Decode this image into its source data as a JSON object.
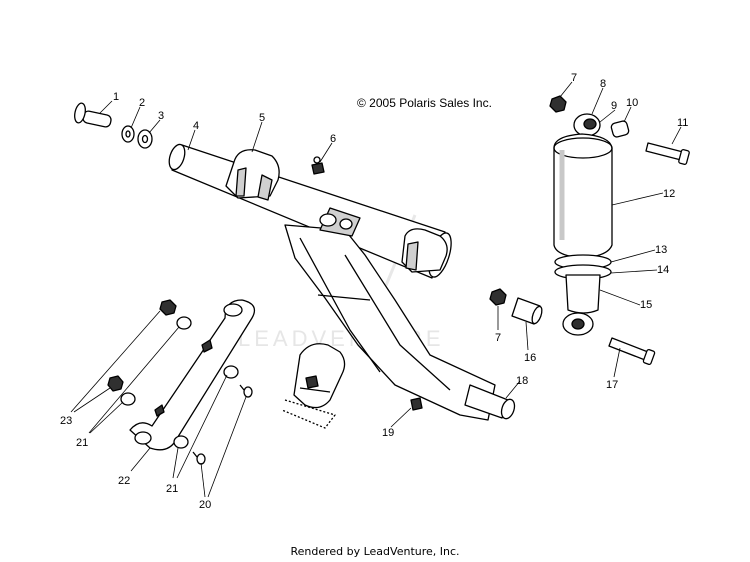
{
  "copyright": "© 2005 Polaris Sales Inc.",
  "watermark": "LEADVENTURE",
  "footer": "Rendered by LeadVenture, Inc.",
  "callouts": [
    "1",
    "2",
    "3",
    "4",
    "5",
    "6",
    "7",
    "8",
    "9",
    "10",
    "11",
    "12",
    "13",
    "14",
    "15",
    "16",
    "7",
    "17",
    "18",
    "19",
    "23",
    "21",
    "21",
    "22",
    "20"
  ],
  "colors": {
    "line": "#000000",
    "part_fill": "#ffffff",
    "shade": "#d0d0d0",
    "dark": "#303030",
    "watermark": "#e6e6e6"
  }
}
